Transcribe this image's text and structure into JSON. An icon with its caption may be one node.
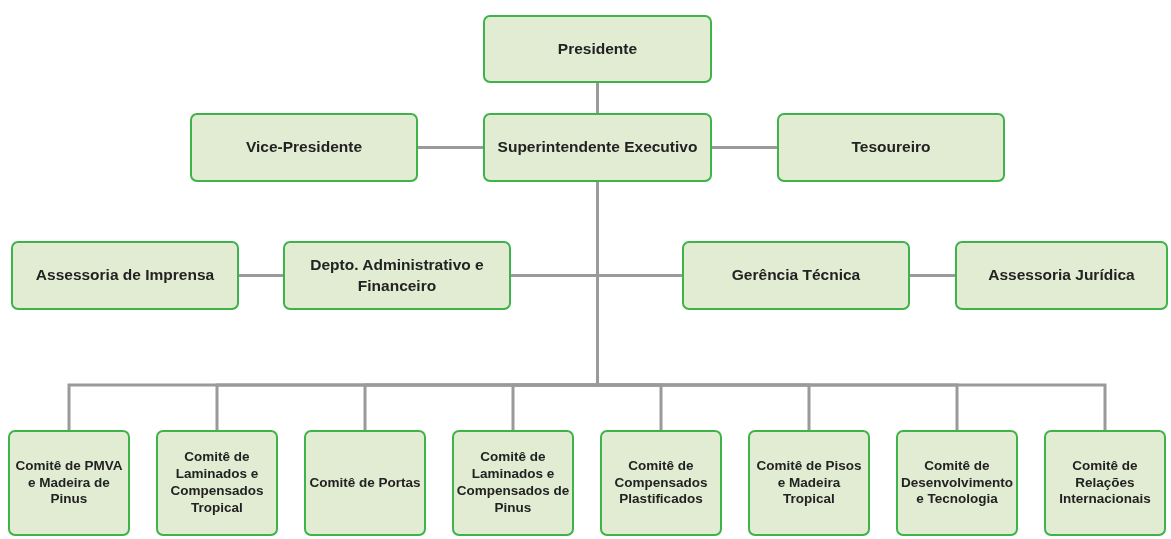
{
  "diagram": {
    "nodes": [
      {
        "text": [
          "Presidente"
        ]
      },
      {
        "text": [
          "Vice-Presidente"
        ]
      },
      {
        "text": [
          "Superintendente Executivo"
        ]
      },
      {
        "text": [
          "Tesoureiro"
        ]
      },
      {
        "text": [
          "Assessoria de Imprensa"
        ]
      },
      {
        "text": [
          "Depto. Administrativo e Financeiro"
        ]
      },
      {
        "text": [
          "Gerência Técnica"
        ]
      },
      {
        "text": [
          "Assessoria Jurídica"
        ]
      },
      {
        "text": [
          "Comitê de PMVA e Madeira de Pinus"
        ]
      },
      {
        "text": [
          "Comitê de Laminados e Compensados Tropical"
        ]
      },
      {
        "text": [
          "Comitê de Portas"
        ]
      },
      {
        "text": [
          "Comitê de Laminados e Compensados de Pinus"
        ]
      },
      {
        "text": [
          "Comitê de Compensados Plastificados"
        ]
      },
      {
        "text": [
          "Comitê de Pisos e Madeira Tropical"
        ]
      },
      {
        "text": [
          "Comitê de Desenvolvimento e Tecnologia"
        ]
      },
      {
        "text": [
          "Comitê de Relações Internacionais"
        ]
      }
    ],
    "edges": [
      {
        "from": 0,
        "to": 2,
        "arrow": "none"
      },
      {
        "from": 2,
        "to": 1,
        "arrow": "none"
      },
      {
        "from": 2,
        "to": 3,
        "arrow": "none"
      },
      {
        "from": 2,
        "to": 5,
        "arrow": "none"
      },
      {
        "from": 2,
        "to": 6,
        "arrow": "none"
      },
      {
        "from": 5,
        "to": 4,
        "arrow": "none"
      },
      {
        "from": 6,
        "to": 7,
        "arrow": "none"
      },
      {
        "from": 2,
        "to": 8,
        "arrow": "none"
      },
      {
        "from": 2,
        "to": 9,
        "arrow": "none"
      },
      {
        "from": 2,
        "to": 10,
        "arrow": "none"
      },
      {
        "from": 2,
        "to": 11,
        "arrow": "none"
      },
      {
        "from": 2,
        "to": 12,
        "arrow": "none"
      },
      {
        "from": 2,
        "to": 13,
        "arrow": "none"
      },
      {
        "from": 2,
        "to": 14,
        "arrow": "none"
      },
      {
        "from": 2,
        "to": 15,
        "arrow": "none"
      }
    ]
  }
}
